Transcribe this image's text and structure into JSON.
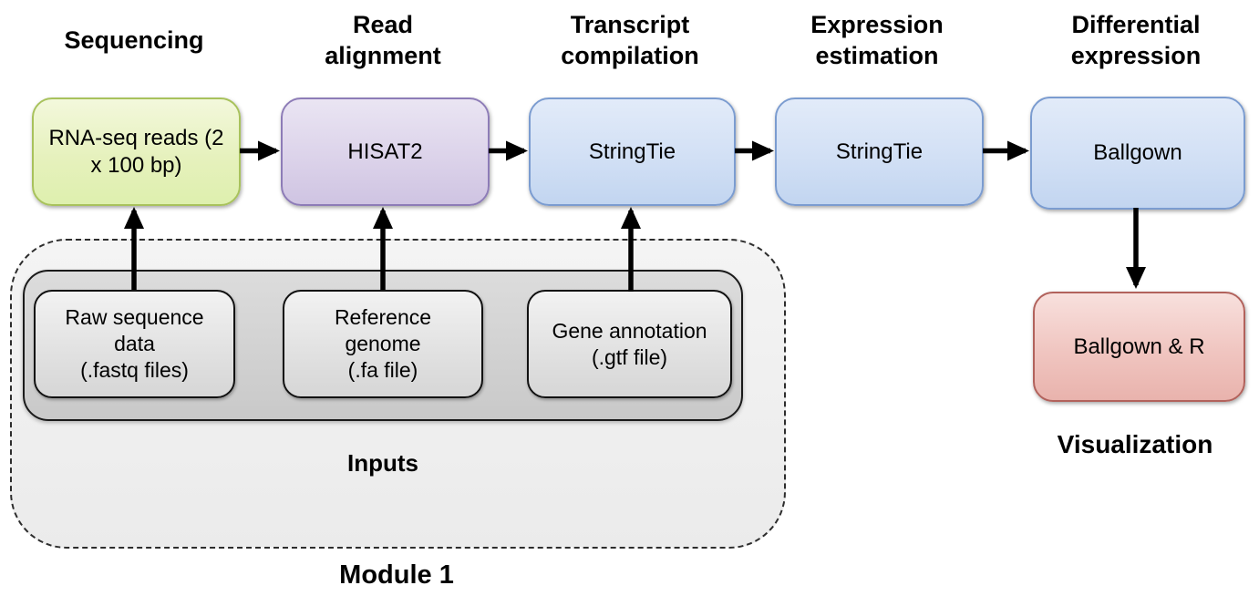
{
  "pipeline": {
    "columns": [
      {
        "header": "Sequencing",
        "box_label": "RNA-seq reads (2\nx 100 bp)"
      },
      {
        "header": "Read\nalignment",
        "box_label": "HISAT2"
      },
      {
        "header": "Transcript\ncompilation",
        "box_label": "StringTie"
      },
      {
        "header": "Expression\nestimation",
        "box_label": "StringTie"
      },
      {
        "header": "Differential\nexpression",
        "box_label": "Ballgown"
      }
    ],
    "visualization": {
      "box_label": "Ballgown & R",
      "caption": "Visualization"
    },
    "module": {
      "caption": "Module 1",
      "inputs_caption": "Inputs",
      "input_boxes": [
        {
          "label": "Raw sequence\ndata\n(.fastq files)"
        },
        {
          "label": "Reference\ngenome\n(.fa file)"
        },
        {
          "label": "Gene annotation\n(.gtf file)"
        }
      ]
    },
    "colors": {
      "sequencing_fill": "#def0ae",
      "sequencing_border": "#a8c25c",
      "alignment_fill": "#cfc4e2",
      "alignment_border": "#8d7cb7",
      "stringtie_fill": "#c2d5f0",
      "stringtie_border": "#7b9cd0",
      "visualization_fill": "#e9b3ad",
      "visualization_border": "#b2625c",
      "inputs_panel_fill": "#c9c9c9",
      "module_panel_fill": "#efefef",
      "arrow": "#000000",
      "text": "#000000"
    }
  }
}
